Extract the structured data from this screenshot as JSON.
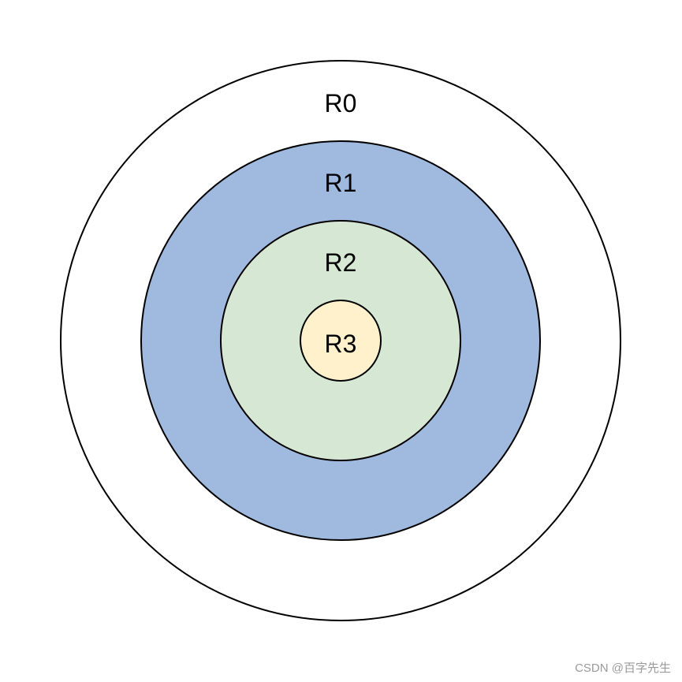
{
  "rings": [
    {
      "label": "R0",
      "color": "#ffffff"
    },
    {
      "label": "R1",
      "color": "#a0b9df"
    },
    {
      "label": "R2",
      "color": "#d6e7d4"
    },
    {
      "label": "R3",
      "color": "#fff1cc"
    }
  ],
  "stroke_color": "#000000",
  "watermark": "CSDN @百字先生"
}
